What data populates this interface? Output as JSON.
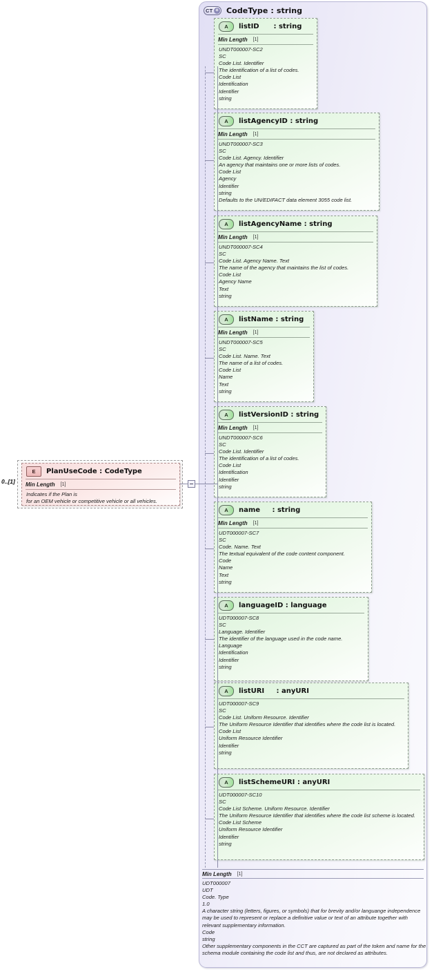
{
  "diagram": {
    "title": "CodeType : string",
    "type_badge": "CT",
    "expand_glyph": "+"
  },
  "element": {
    "badge": "E",
    "name": "PlanUseCode : CodeType",
    "cardinality": "0..[1]",
    "facet_name": "Min Length",
    "facet_value": "[1]",
    "doc": [
      "Indicates if the Plan is",
      "for an OEM vehicle or competitive vehicle or all vehicles."
    ]
  },
  "attributes": [
    {
      "badge": "A",
      "name": "listID      : string",
      "facet_name": "Min Length",
      "facet_value": "[1]",
      "doc": [
        "UNDT000007-SC2",
        "SC",
        "Code List. Identifier",
        "The identification of a list of codes.",
        "Code List",
        "Identification",
        "Identifier",
        "string"
      ]
    },
    {
      "badge": "A",
      "name": "listAgencyID : string",
      "facet_name": "Min Length",
      "facet_value": "[1]",
      "doc": [
        "UNDT000007-SC3",
        "SC",
        "Code List. Agency. Identifier",
        "An agency that maintains one or more lists of codes.",
        "Code List",
        "Agency",
        "Identifier",
        "string",
        "Defaults to the UN/EDIFACT data element 3055 code list."
      ]
    },
    {
      "badge": "A",
      "name": "listAgencyName : string",
      "facet_name": "Min Length",
      "facet_value": "[1]",
      "doc": [
        "UNDT000007-SC4",
        "SC",
        "Code List. Agency Name. Text",
        "The name of the agency that maintains the list of codes.",
        "Code List",
        "Agency Name",
        "Text",
        "string"
      ]
    },
    {
      "badge": "A",
      "name": "listName : string",
      "facet_name": "Min Length",
      "facet_value": "[1]",
      "doc": [
        "UNDT000007-SC5",
        "SC",
        "Code List. Name. Text",
        "The name of a list of codes.",
        "Code List",
        "Name",
        "Text",
        "string"
      ]
    },
    {
      "badge": "A",
      "name": "listVersionID : string",
      "facet_name": "Min Length",
      "facet_value": "[1]",
      "doc": [
        "UNDT000007-SC6",
        "SC",
        "Code List. Identifier",
        "The identification of a list of codes.",
        "Code List",
        "Identification",
        "Identifier",
        "string"
      ]
    },
    {
      "badge": "A",
      "name": "name     : string",
      "facet_name": "Min Length",
      "facet_value": "[1]",
      "doc": [
        "UDT000007-SC7",
        "SC",
        "Code. Name. Text",
        "The textual equivalent of the code content component.",
        "Code",
        "Name",
        "Text",
        "string"
      ]
    },
    {
      "badge": "A",
      "name": "languageID : language",
      "facet_name": null,
      "facet_value": null,
      "doc": [
        "UDT000007-SC8",
        "SC",
        "Language. Identifier",
        "The identifier of the language used in the code name.",
        "Language",
        "Identification",
        "Identifier",
        "string"
      ]
    },
    {
      "badge": "A",
      "name": "listURI     : anyURI",
      "facet_name": null,
      "facet_value": null,
      "doc": [
        "UDT000007-SC9",
        "SC",
        "Code List. Uniform Resource. Identifier",
        "The Uniform Resource Identifier that identifies where the code list is located.",
        "Code List",
        "Uniform Resource Identifier",
        "Identifier",
        "string"
      ]
    },
    {
      "badge": "A",
      "name": "listSchemeURI : anyURI",
      "facet_name": null,
      "facet_value": null,
      "doc": [
        "UDT000007-SC10",
        "SC",
        "Code List Scheme. Uniform Resource. Identifier",
        "The Uniform Resource Identifier that identifies where the code list scheme is located.",
        "Code List Scheme",
        "Uniform Resource Identifier",
        "Identifier",
        "string"
      ]
    }
  ],
  "base": {
    "facet_name": "Min Length",
    "facet_value": "[1]",
    "doc": [
      "UDT000007",
      "UDT",
      "Code. Type",
      "1.0",
      "A character string (letters, figures, or symbols) that for brevity and/or languange independence may be used to represent or replace a definitive value or text of an attribute together with relevant supplementary information.",
      "Code",
      "string",
      "Other supplementary components in the CCT are captured as part of the token and name for the schema module containing the code list and thus, are not declared as attributes."
    ]
  }
}
